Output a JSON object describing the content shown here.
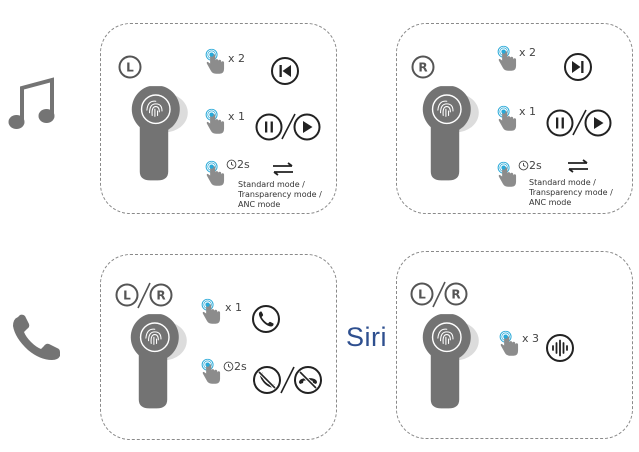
{
  "panels": {
    "music_left": {
      "side": "L",
      "rows": [
        {
          "gesture": "x 2",
          "action_icon": "previous-track-icon"
        },
        {
          "gesture": "x 1",
          "action_icon": "play-pause-icon"
        },
        {
          "gesture": "2s",
          "action_icon": "switch-arrows-icon"
        }
      ],
      "modes": [
        "Standard mode /",
        "Transparency mode /",
        "ANC mode"
      ]
    },
    "music_right": {
      "side": "R",
      "rows": [
        {
          "gesture": "x 2",
          "action_icon": "next-track-icon"
        },
        {
          "gesture": "x 1",
          "action_icon": "play-pause-icon"
        },
        {
          "gesture": "2s",
          "action_icon": "switch-arrows-icon"
        }
      ],
      "modes": [
        "Standard mode /",
        "Transparency mode /",
        "ANC mode"
      ]
    },
    "call": {
      "side_left": "L",
      "side_right": "R",
      "rows": [
        {
          "gesture": "x 1",
          "action_icon": "answer-call-icon"
        },
        {
          "gesture": "2s",
          "action_icon": "reject-end-call-icon"
        }
      ]
    },
    "siri": {
      "side_left": "L",
      "side_right": "R",
      "rows": [
        {
          "gesture": "x 3",
          "action_icon": "voice-assistant-icon"
        }
      ]
    }
  },
  "siri_label": "Siri",
  "colors": {
    "earbud": "#737373",
    "earbud_shadow": "#dcdcdc",
    "touch": "#29a9d8",
    "outline": "#8a8a8a"
  }
}
